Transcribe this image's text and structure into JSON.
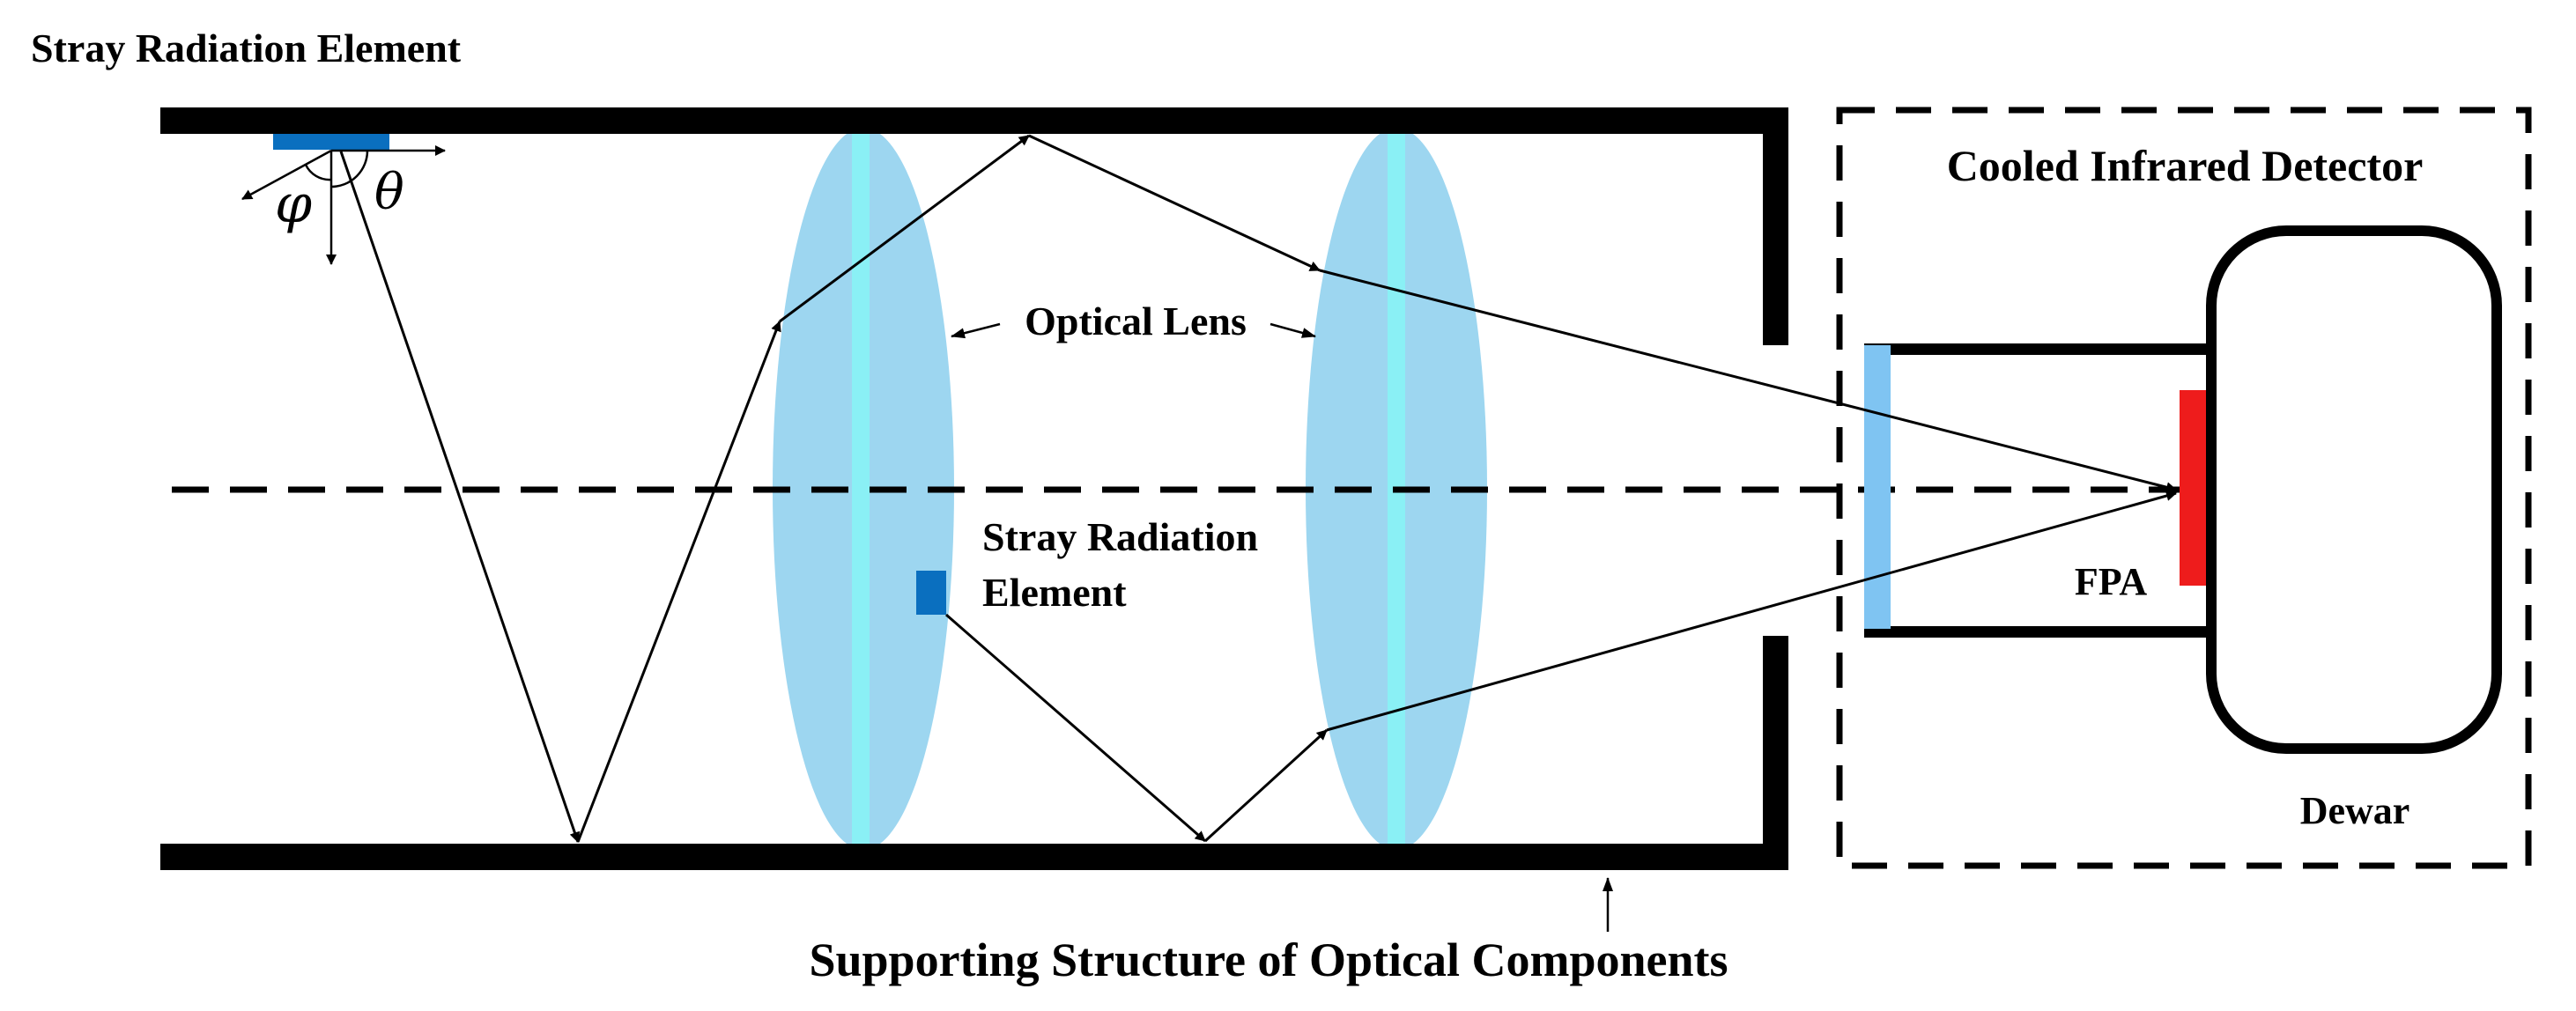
{
  "labels": {
    "stray_top": "Stray Radiation Element",
    "optical_lens": "Optical Lens",
    "stray_mid_line1": "Stray Radiation",
    "stray_mid_line2": "Element",
    "cooled_detector": "Cooled Infrared Detector",
    "fpa": "FPA",
    "dewar": "Dewar",
    "support": "Supporting Structure of Optical Components",
    "theta": "θ",
    "phi": "φ"
  },
  "colors": {
    "structure": "#000000",
    "lens_body": "#9dd6f0",
    "lens_center": "#8af0f5",
    "stray_element": "#0a6fbf",
    "detector_window": "#7fc4f2",
    "fpa": "#ee1c1c",
    "ray": "#000000"
  }
}
